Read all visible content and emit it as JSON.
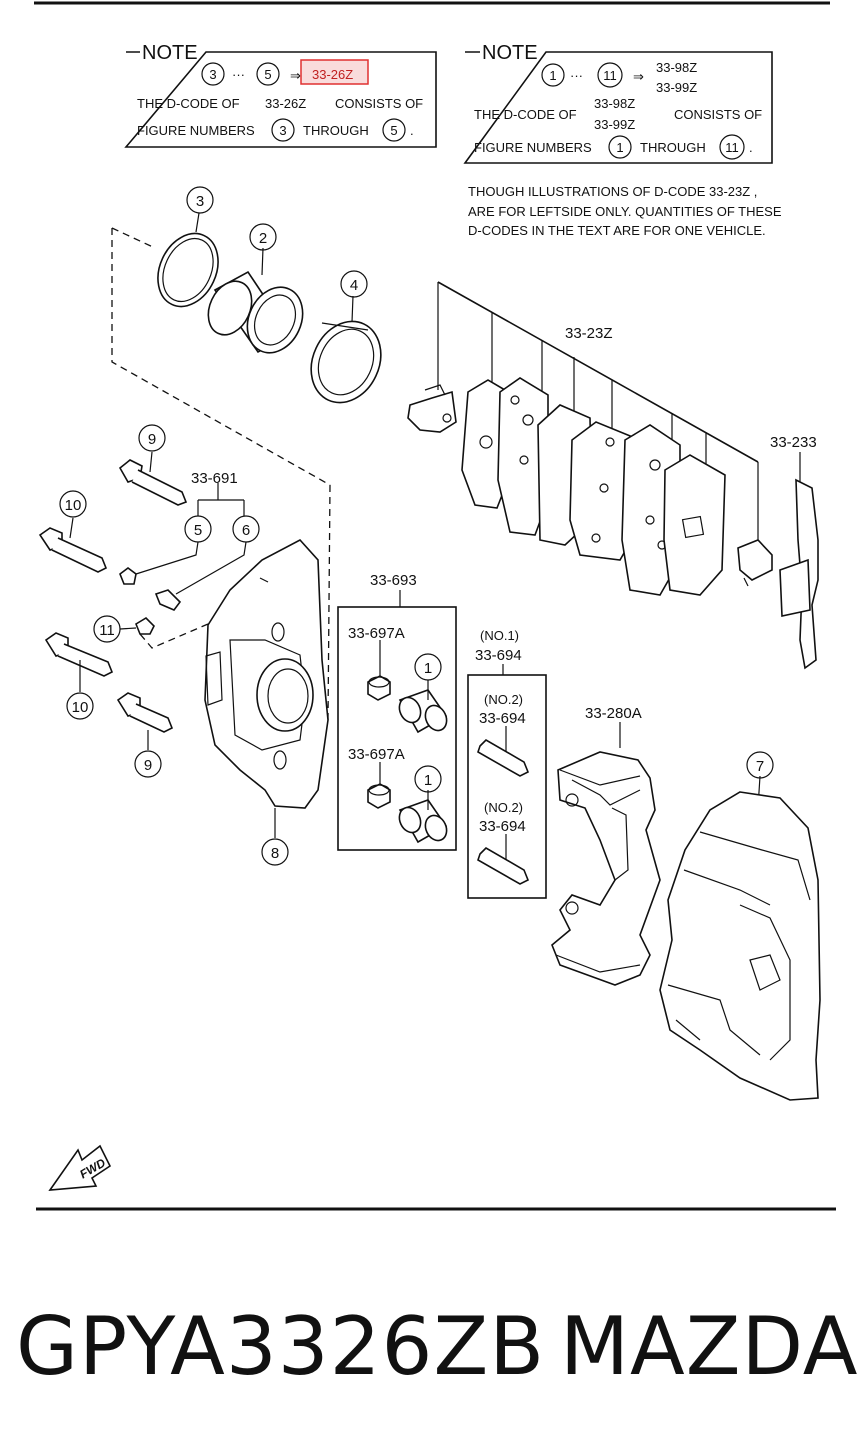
{
  "note_left": {
    "title": "NOTE",
    "range_from": "3",
    "range_dots": "···",
    "range_to": "5",
    "arrow": "⇒",
    "code": "33-26Z",
    "line1_pre": "THE D-CODE OF",
    "line1_code": "33-26Z",
    "line1_post": "CONSISTS OF",
    "line2_pre": "FIGURE NUMBERS",
    "line2_from": "3",
    "line2_mid": "THROUGH",
    "line2_to": "5",
    "line2_end": ".",
    "highlight_color": "#e03030"
  },
  "note_right": {
    "title": "NOTE",
    "range_from": "1",
    "range_dots": "···",
    "range_to": "11",
    "arrow": "⇒",
    "code_a": "33-98Z",
    "code_b": "33-99Z",
    "line1_pre": "THE D-CODE OF",
    "line1_code_a": "33-98Z",
    "line1_code_b": "33-99Z",
    "line1_post": "CONSISTS OF",
    "line2_pre": "FIGURE NUMBERS",
    "line2_from": "1",
    "line2_mid": "THROUGH",
    "line2_to": "11",
    "line2_end": "."
  },
  "caption_lines": [
    "THOUGH ILLUSTRATIONS OF D-CODE 33-23Z ,",
    "ARE FOR LEFTSIDE ONLY. QUANTITIES OF THESE",
    "D-CODES IN THE TEXT ARE FOR ONE VEHICLE."
  ],
  "callouts": {
    "c3": "3",
    "c2": "2",
    "c4": "4",
    "c9a": "9",
    "c10a": "10",
    "c5": "5",
    "c6": "6",
    "c11": "11",
    "c10b": "10",
    "c9b": "9",
    "c8": "8",
    "c1a": "1",
    "c1b": "1",
    "c7": "7"
  },
  "labels": {
    "pads": "33-23Z",
    "shim": "33-233",
    "bleeder": "33-691",
    "pin_kit": "33-693",
    "boot_a": "33-697A",
    "boot_b": "33-697A",
    "pin1_no": "(NO.1)",
    "pin1_code": "33-694",
    "pin2a_no": "(NO.2)",
    "pin2a_code": "33-694",
    "pin2b_no": "(NO.2)",
    "pin2b_code": "33-694",
    "bracket": "33-280A"
  },
  "fwd_label": "FWD",
  "footer": {
    "part_number": "GPYA3326ZB",
    "brand": "MAZDA"
  }
}
